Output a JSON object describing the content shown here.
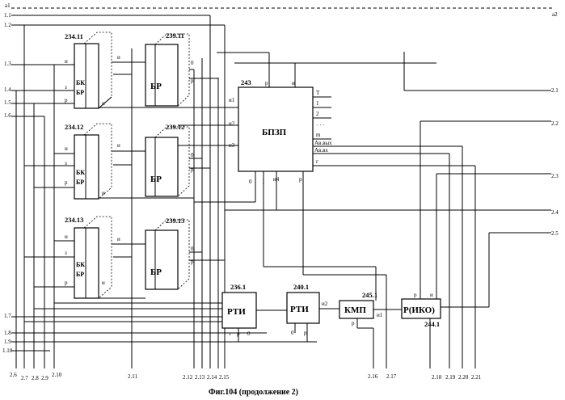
{
  "figure": {
    "caption": "Фиг.104 (продолжение 2)",
    "top_bus_left": "a1",
    "top_bus_right": "a2"
  },
  "left_inputs": [
    "1.1",
    "1.2",
    "1.3",
    "1.4",
    "1.5",
    "1.6",
    "1.7",
    "1.8",
    "1.9",
    "1.10"
  ],
  "right_outputs": [
    "2.1",
    "2.2",
    "2.3",
    "2.4",
    "2.5"
  ],
  "bottom_outputs": [
    "2.6",
    "2.7",
    "2.8",
    "2.9",
    "2.10",
    "2.11",
    "2.12",
    "2.13",
    "2.14",
    "2.15",
    "2.16",
    "2.17",
    "2.18",
    "2.19",
    "2.20",
    "2.21"
  ],
  "bk_blocks": [
    {
      "index": "234.11",
      "name1": "БК",
      "name2": "БР",
      "pins": [
        "и",
        "з",
        "р"
      ],
      "out_pin": "и"
    },
    {
      "index": "234.12",
      "name1": "БК",
      "name2": "БР",
      "pins": [
        "и",
        "з",
        "р"
      ],
      "out_pin": "и"
    },
    {
      "index": "234.13",
      "name1": "БК",
      "name2": "БР",
      "pins": [
        "и",
        "з",
        "р"
      ],
      "out_pin": "и"
    }
  ],
  "br_blocks": [
    {
      "index": "239.11",
      "name": "БР",
      "pin_in": "и",
      "pin_0": "0",
      "pin_p": "р"
    },
    {
      "index": "239.12",
      "name": "БР",
      "pin_in": "и",
      "pin_0": "0",
      "pin_p": "р"
    },
    {
      "index": "239.13",
      "name": "БР",
      "pin_in": "и",
      "pin_0": "0",
      "pin_p": "р"
    }
  ],
  "bpzp": {
    "index": "243",
    "name": "БПЗП",
    "top_pins": [
      "р",
      "и"
    ],
    "left_pins": [
      "и1",
      "и2",
      "и3"
    ],
    "bottom_pins": [
      "0",
      "1",
      "и4",
      "р"
    ],
    "right_pins": [
      "T",
      "1",
      "2",
      "· · ·",
      "m",
      "Ав.вых",
      "Ав.вх",
      "г"
    ]
  },
  "rti1": {
    "index": "236.1",
    "name": "РТИ",
    "pins": [
      "т",
      "р",
      "0"
    ]
  },
  "rti2": {
    "index": "240.1",
    "name": "РТИ",
    "pins": [
      "0",
      "р"
    ]
  },
  "kmp": {
    "index": "245.1",
    "name": "КМП",
    "pins": [
      "и2",
      "р",
      "и1"
    ]
  },
  "riko": {
    "index": "244.1",
    "name": "Р(ИКО)",
    "pins": [
      "р",
      "и"
    ]
  }
}
